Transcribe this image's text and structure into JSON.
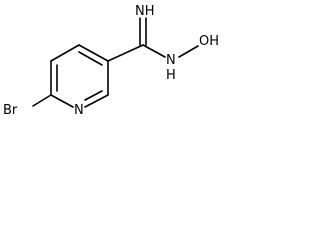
{
  "molecule": {
    "atoms": {
      "bromine": "Br",
      "ring_nitrogen": "N",
      "imine": "NH",
      "amine": "N",
      "hydroxyl": "OH",
      "amine_hydrogen": "H"
    }
  }
}
